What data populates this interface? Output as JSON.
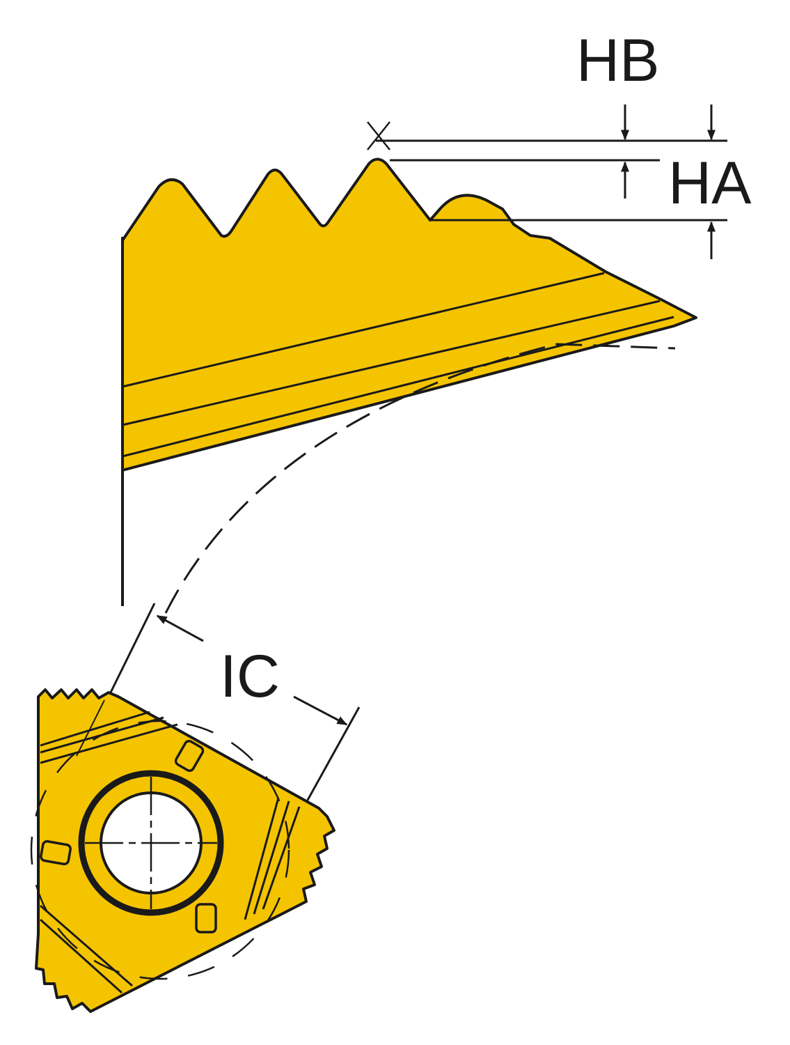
{
  "labels": {
    "hb": "HB",
    "ha": "HA",
    "ic": "IC"
  },
  "colors": {
    "insert_fill": "#F5C400",
    "outline": "#1a1a1a",
    "background": "#ffffff"
  }
}
